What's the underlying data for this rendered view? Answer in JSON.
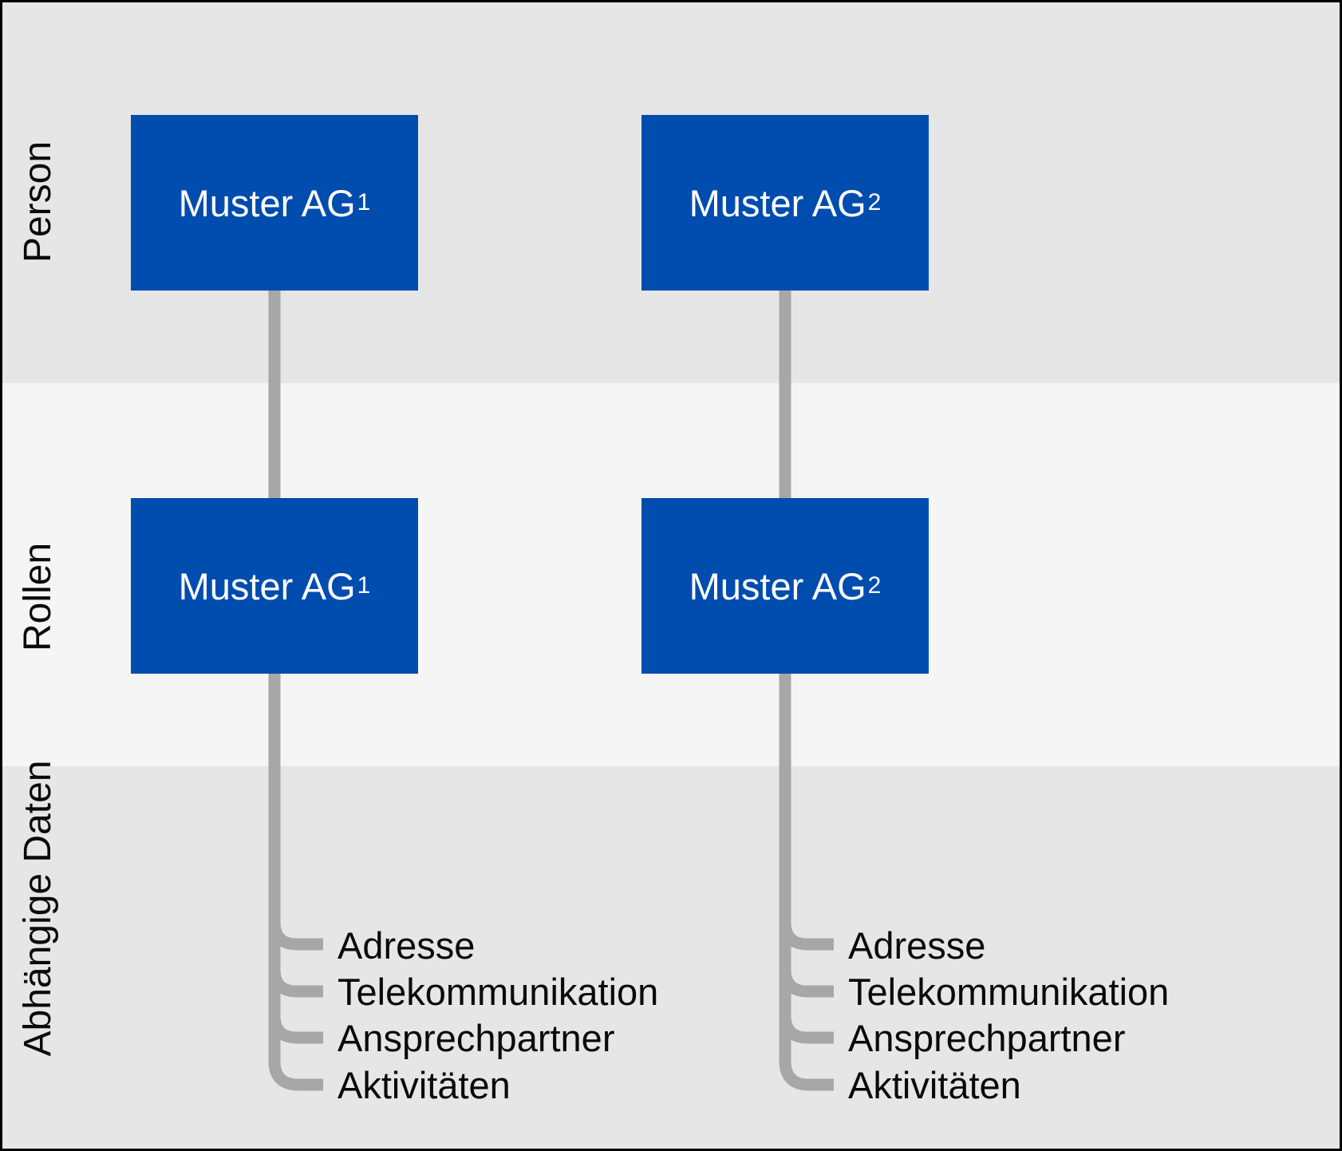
{
  "colors": {
    "accent_blue": "#004CAF",
    "connector_gray": "#A7A7A7",
    "band_dark": "#E6E6E6",
    "band_light": "#F5F5F5",
    "text_black": "#0A0A0A",
    "box_text_white": "#FFFFFF",
    "border_black": "#000000"
  },
  "bands": [
    {
      "label": "Person"
    },
    {
      "label": "Rollen"
    },
    {
      "label": "Abhängige Daten"
    }
  ],
  "columns": [
    {
      "box_label": "Muster AG",
      "box_subscript": "1",
      "items": [
        "Adresse",
        "Telekommunikation",
        "Ansprechpartner",
        "Aktivitäten"
      ]
    },
    {
      "box_label": "Muster AG",
      "box_subscript": "2",
      "items": [
        "Adresse",
        "Telekommunikation",
        "Ansprechpartner",
        "Aktivitäten"
      ]
    }
  ]
}
